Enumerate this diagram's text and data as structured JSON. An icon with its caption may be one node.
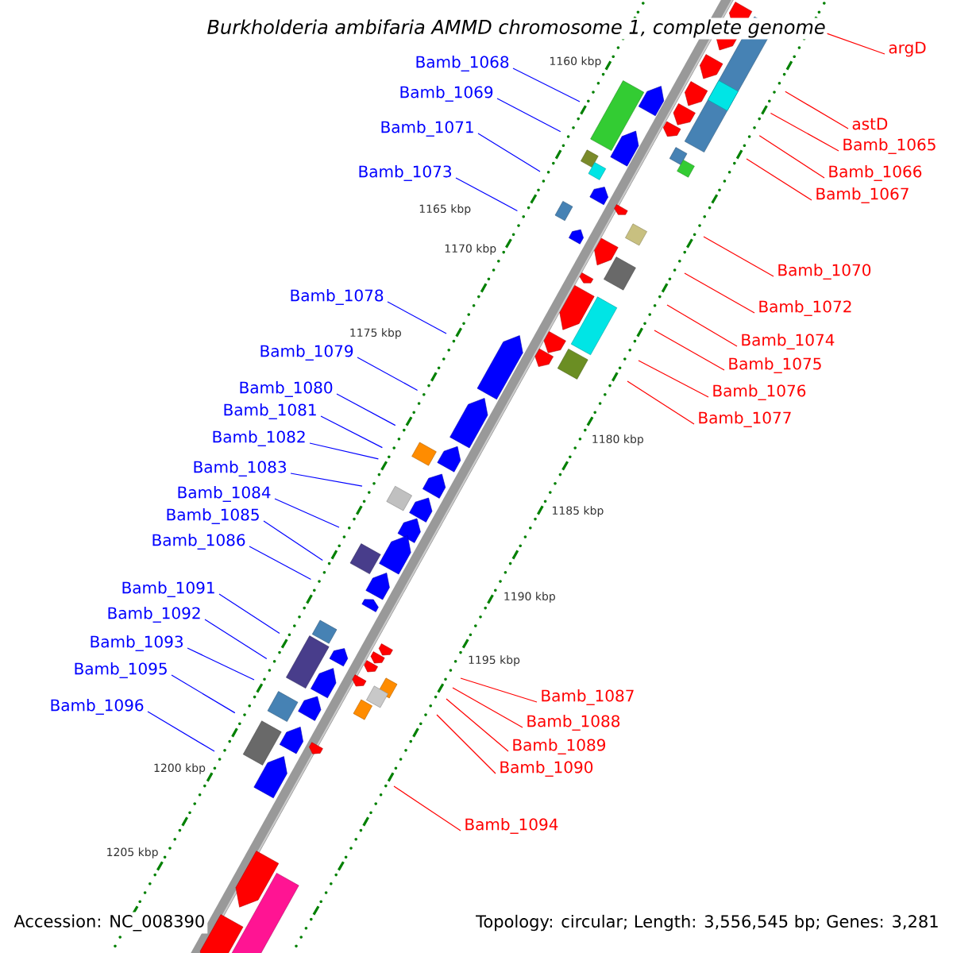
{
  "diagram": {
    "title": "Burkholderia ambifaria AMMD chromosome 1, complete genome",
    "nodes": [
      {
        "text": [
          "argD"
        ]
      },
      {
        "text": [
          "Bamb_1068"
        ]
      },
      {
        "text": [
          "Bamb_1069"
        ]
      },
      {
        "text": [
          "astD"
        ]
      },
      {
        "text": [
          "Bamb_1071"
        ]
      },
      {
        "text": [
          "Bamb_1065"
        ]
      },
      {
        "text": [
          "Bamb_1073"
        ]
      },
      {
        "text": [
          "Bamb_1066"
        ]
      },
      {
        "text": [
          "Bamb_1067"
        ]
      },
      {
        "text": [
          "Bamb_1070"
        ]
      },
      {
        "text": [
          "Bamb_1078"
        ]
      },
      {
        "text": [
          "Bamb_1072"
        ]
      },
      {
        "text": [
          "Bamb_1074"
        ]
      },
      {
        "text": [
          "Bamb_1079"
        ]
      },
      {
        "text": [
          "Bamb_1075"
        ]
      },
      {
        "text": [
          "Bamb_1080"
        ]
      },
      {
        "text": [
          "Bamb_1076"
        ]
      },
      {
        "text": [
          "Bamb_1081"
        ]
      },
      {
        "text": [
          "Bamb_1077"
        ]
      },
      {
        "text": [
          "Bamb_1082"
        ]
      },
      {
        "text": [
          "Bamb_1083"
        ]
      },
      {
        "text": [
          "Bamb_1084"
        ]
      },
      {
        "text": [
          "Bamb_1085"
        ]
      },
      {
        "text": [
          "Bamb_1086"
        ]
      },
      {
        "text": [
          "Bamb_1091"
        ]
      },
      {
        "text": [
          "Bamb_1092"
        ]
      },
      {
        "text": [
          "Bamb_1093"
        ]
      },
      {
        "text": [
          "Bamb_1095"
        ]
      },
      {
        "text": [
          "Bamb_1087"
        ]
      },
      {
        "text": [
          "Bamb_1096"
        ]
      },
      {
        "text": [
          "Bamb_1088"
        ]
      },
      {
        "text": [
          "Bamb_1089"
        ]
      },
      {
        "text": [
          "Bamb_1090"
        ]
      },
      {
        "text": [
          "Bamb_1094"
        ]
      }
    ],
    "edges": [
      {
        "from": 0,
        "to": null,
        "arrow": "none",
        "color": "#ff0000"
      },
      {
        "from": 1,
        "to": null,
        "arrow": "none",
        "color": "#0000ff"
      },
      {
        "from": 2,
        "to": null,
        "arrow": "none",
        "color": "#0000ff"
      },
      {
        "from": 3,
        "to": null,
        "arrow": "none",
        "color": "#ff0000"
      },
      {
        "from": 4,
        "to": null,
        "arrow": "none",
        "color": "#0000ff"
      },
      {
        "from": 5,
        "to": null,
        "arrow": "none",
        "color": "#ff0000"
      },
      {
        "from": 6,
        "to": null,
        "arrow": "none",
        "color": "#0000ff"
      },
      {
        "from": 7,
        "to": null,
        "arrow": "none",
        "color": "#ff0000"
      },
      {
        "from": 8,
        "to": null,
        "arrow": "none",
        "color": "#ff0000"
      },
      {
        "from": 9,
        "to": null,
        "arrow": "none",
        "color": "#ff0000"
      },
      {
        "from": 10,
        "to": null,
        "arrow": "none",
        "color": "#0000ff"
      },
      {
        "from": 11,
        "to": null,
        "arrow": "none",
        "color": "#ff0000"
      },
      {
        "from": 12,
        "to": null,
        "arrow": "none",
        "color": "#ff0000"
      },
      {
        "from": 13,
        "to": null,
        "arrow": "none",
        "color": "#0000ff"
      },
      {
        "from": 14,
        "to": null,
        "arrow": "none",
        "color": "#ff0000"
      },
      {
        "from": 15,
        "to": null,
        "arrow": "none",
        "color": "#0000ff"
      },
      {
        "from": 16,
        "to": null,
        "arrow": "none",
        "color": "#ff0000"
      },
      {
        "from": 17,
        "to": null,
        "arrow": "none",
        "color": "#0000ff"
      },
      {
        "from": 18,
        "to": null,
        "arrow": "none",
        "color": "#ff0000"
      },
      {
        "from": 19,
        "to": null,
        "arrow": "none",
        "color": "#0000ff"
      },
      {
        "from": 20,
        "to": null,
        "arrow": "none",
        "color": "#0000ff"
      },
      {
        "from": 21,
        "to": null,
        "arrow": "none",
        "color": "#0000ff"
      },
      {
        "from": 22,
        "to": null,
        "arrow": "none",
        "color": "#0000ff"
      },
      {
        "from": 23,
        "to": null,
        "arrow": "none",
        "color": "#0000ff"
      },
      {
        "from": 24,
        "to": null,
        "arrow": "none",
        "color": "#0000ff"
      },
      {
        "from": 25,
        "to": null,
        "arrow": "none",
        "color": "#0000ff"
      },
      {
        "from": 26,
        "to": null,
        "arrow": "none",
        "color": "#0000ff"
      },
      {
        "from": 27,
        "to": null,
        "arrow": "none",
        "color": "#0000ff"
      },
      {
        "from": 28,
        "to": null,
        "arrow": "none",
        "color": "#ff0000"
      },
      {
        "from": 29,
        "to": null,
        "arrow": "none",
        "color": "#0000ff"
      },
      {
        "from": 30,
        "to": null,
        "arrow": "none",
        "color": "#ff0000"
      },
      {
        "from": 31,
        "to": null,
        "arrow": "none",
        "color": "#ff0000"
      },
      {
        "from": 32,
        "to": null,
        "arrow": "none",
        "color": "#ff0000"
      },
      {
        "from": 33,
        "to": null,
        "arrow": "none",
        "color": "#ff0000"
      }
    ],
    "labels": [
      "1160 kbp",
      "1165 kbp",
      "1170 kbp",
      "1175 kbp",
      "1180 kbp",
      "1185 kbp",
      "1190 kbp",
      "1195 kbp",
      "1200 kbp",
      "1205 kbp",
      "Accession: NC_008390",
      "Topology: circular; Length: 3,556,545 bp; Genes: 3,281"
    ]
  }
}
